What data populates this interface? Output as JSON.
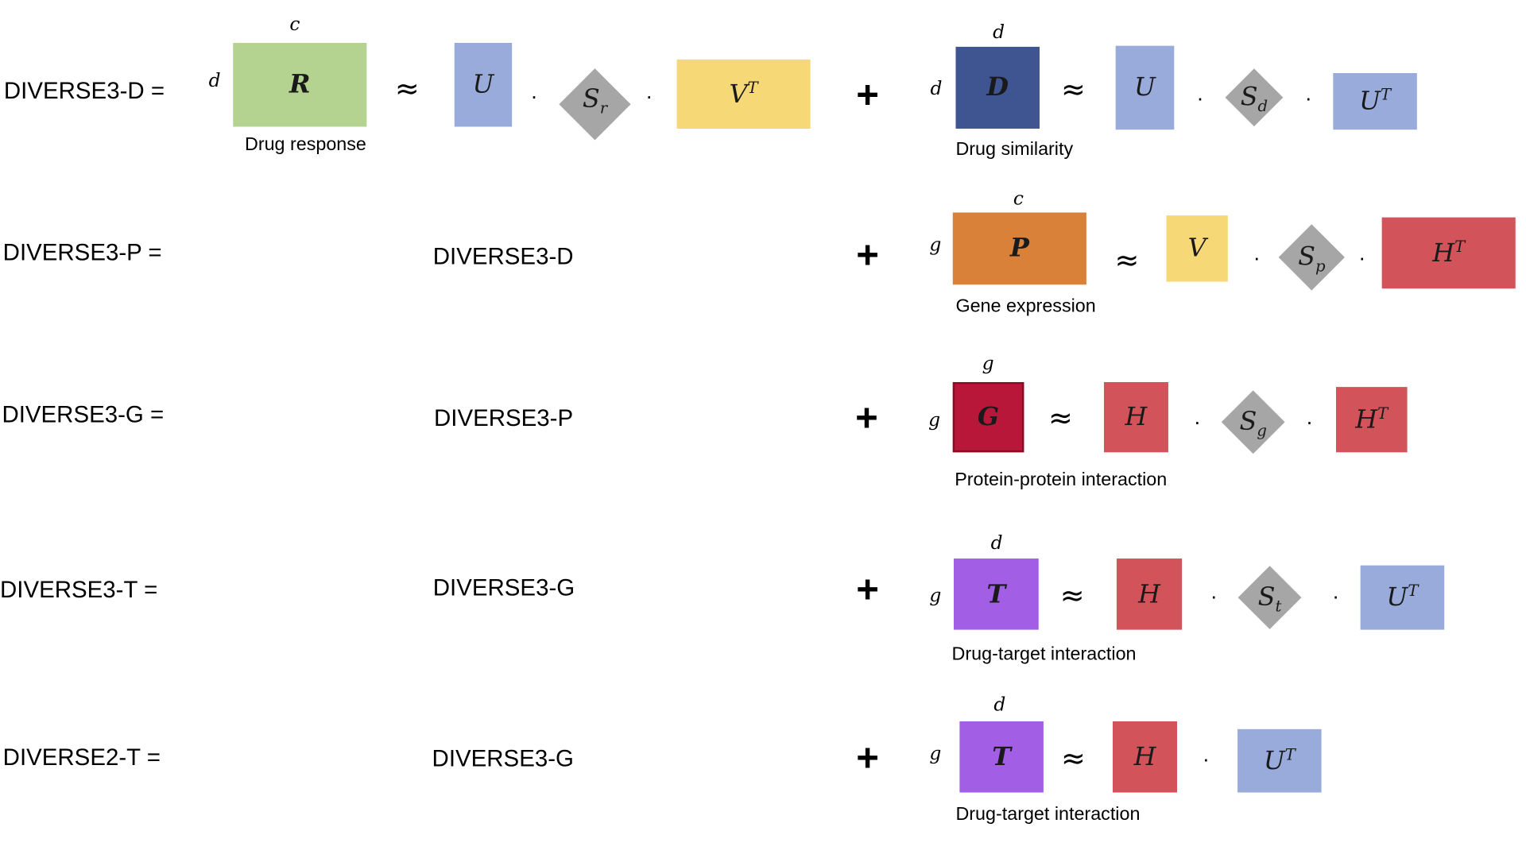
{
  "rows": [
    {
      "label": "DIVERSE3-D  =",
      "plus": "+",
      "r_matrix": {
        "symbol": "R",
        "dim_top": "c",
        "dim_left": "d",
        "caption": "Drug response",
        "color": "#b4d390"
      },
      "r_approx": "≈",
      "r_u": {
        "symbol": "U",
        "color": "#98abdb"
      },
      "r_s": {
        "symbol": "S",
        "sub": "r",
        "color": "#a6a6a6"
      },
      "r_vt": {
        "symbol": "V",
        "sup": "T",
        "color": "#f6d877"
      },
      "matrix": {
        "symbol": "D",
        "dim_top": "d",
        "dim_left": "d",
        "caption": "Drug similarity",
        "color": "#3f5592"
      },
      "approx": "≈",
      "f1": {
        "symbol": "U",
        "color": "#98abdb"
      },
      "s": {
        "symbol": "S",
        "sub": "d",
        "color": "#a6a6a6"
      },
      "f2": {
        "symbol": "U",
        "sup": "T",
        "color": "#98abdb"
      },
      "dot": "·"
    },
    {
      "label": "DIVERSE3-P  =",
      "mid": "DIVERSE3-D",
      "plus": "+",
      "matrix": {
        "symbol": "P",
        "dim_top": "c",
        "dim_left": "g",
        "caption": "Gene expression",
        "color": "#d98039"
      },
      "approx": "≈",
      "f1": {
        "symbol": "V",
        "color": "#f6d877"
      },
      "s": {
        "symbol": "S",
        "sub": "p",
        "color": "#a6a6a6"
      },
      "f2": {
        "symbol": "H",
        "sup": "T",
        "color": "#d2535a"
      },
      "dot": "·"
    },
    {
      "label": "DIVERSE3-G  =",
      "mid": "DIVERSE3-P",
      "plus": "+",
      "matrix": {
        "symbol": "G",
        "dim_top": "g",
        "dim_left": "g",
        "caption": "Protein-protein interaction",
        "color": "#b8173a"
      },
      "approx": "≈",
      "f1": {
        "symbol": "H",
        "color": "#d2535a"
      },
      "s": {
        "symbol": "S",
        "sub": "g",
        "color": "#a6a6a6"
      },
      "f2": {
        "symbol": "H",
        "sup": "T",
        "color": "#d2535a"
      },
      "dot": "·"
    },
    {
      "label": "DIVERSE3-T  =",
      "mid": "DIVERSE3-G",
      "plus": "+",
      "matrix": {
        "symbol": "T",
        "dim_top": "d",
        "dim_left": "g",
        "caption": "Drug-target interaction",
        "color": "#a35ee6"
      },
      "approx": "≈",
      "f1": {
        "symbol": "H",
        "color": "#d2535a"
      },
      "s": {
        "symbol": "S",
        "sub": "t",
        "color": "#a6a6a6"
      },
      "f2": {
        "symbol": "U",
        "sup": "T",
        "color": "#98abdb"
      },
      "dot": "·"
    },
    {
      "label": "DIVERSE2-T  =",
      "mid": "DIVERSE3-G",
      "plus": "+",
      "matrix": {
        "symbol": "T",
        "dim_top": "d",
        "dim_left": "g",
        "caption": "Drug-target interaction",
        "color": "#a35ee6"
      },
      "approx": "≈",
      "f1": {
        "symbol": "H",
        "color": "#d2535a"
      },
      "f2": {
        "symbol": "U",
        "sup": "T",
        "color": "#98abdb"
      },
      "dot": "·"
    }
  ]
}
